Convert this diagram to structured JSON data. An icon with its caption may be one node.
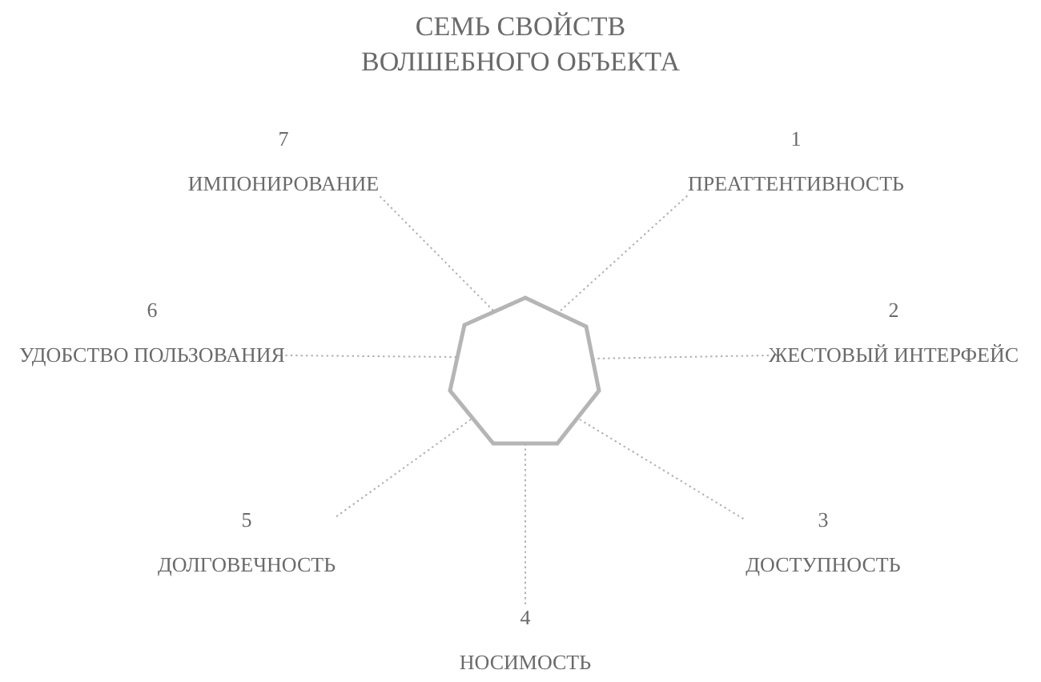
{
  "diagram": {
    "title": "СЕМЬ СВОЙСТВ ВОЛШЕБНОГО ОБЪЕКТА",
    "nodes": [
      {
        "text": [],
        "shape": "heptagon"
      },
      {
        "text": [
          "1",
          "ПРЕАТТЕНТИВНОСТЬ"
        ]
      },
      {
        "text": [
          "2",
          "ЖЕСТОВЫЙ ИНТЕРФЕЙС"
        ]
      },
      {
        "text": [
          "3",
          "ДОСТУПНОСТЬ"
        ]
      },
      {
        "text": [
          "4",
          "НОСИМОСТЬ"
        ]
      },
      {
        "text": [
          "5",
          "ДОЛГОВЕЧНОСТЬ"
        ]
      },
      {
        "text": [
          "6",
          "УДОБСТВО ПОЛЬЗОВАНИЯ"
        ]
      },
      {
        "text": [
          "7",
          "ИМПОНИРОВАНИЕ"
        ]
      }
    ],
    "edges": [
      {
        "from": 0,
        "to": 1,
        "arrow": "none",
        "style": "dashed"
      },
      {
        "from": 0,
        "to": 2,
        "arrow": "none",
        "style": "dashed"
      },
      {
        "from": 0,
        "to": 3,
        "arrow": "none",
        "style": "dashed"
      },
      {
        "from": 0,
        "to": 4,
        "arrow": "none",
        "style": "dashed"
      },
      {
        "from": 0,
        "to": 5,
        "arrow": "none",
        "style": "dashed"
      },
      {
        "from": 0,
        "to": 6,
        "arrow": "none",
        "style": "dashed"
      },
      {
        "from": 0,
        "to": 7,
        "arrow": "none",
        "style": "dashed"
      }
    ]
  }
}
